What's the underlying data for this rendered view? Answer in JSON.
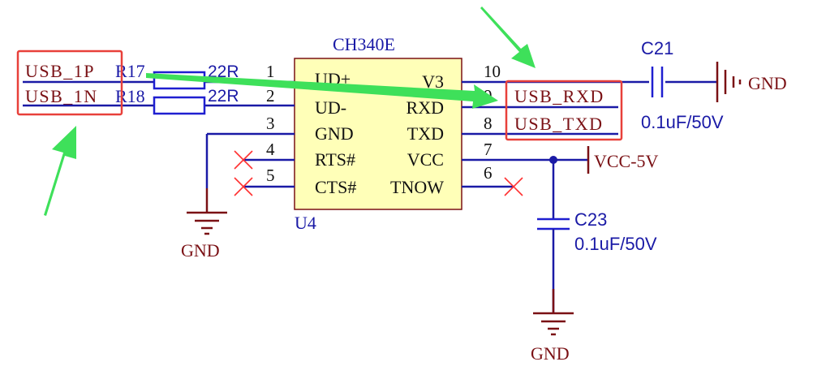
{
  "chip": {
    "name": "CH340E",
    "designator": "U4",
    "pins_left": [
      {
        "num": "1",
        "name": "UD+"
      },
      {
        "num": "2",
        "name": "UD-"
      },
      {
        "num": "3",
        "name": "GND"
      },
      {
        "num": "4",
        "name": "RTS#"
      },
      {
        "num": "5",
        "name": "CTS#"
      }
    ],
    "pins_right": [
      {
        "num": "10",
        "name": "V3"
      },
      {
        "num": "9",
        "name": "RXD"
      },
      {
        "num": "8",
        "name": "TXD"
      },
      {
        "num": "7",
        "name": "VCC"
      },
      {
        "num": "6",
        "name": "TNOW"
      }
    ]
  },
  "nets": {
    "usb_1p": "USB_1P",
    "usb_1n": "USB_1N",
    "usb_rxd": "USB_RXD",
    "usb_txd": "USB_TXD",
    "vcc": "VCC-5V",
    "gnd": "GND"
  },
  "resistors": [
    {
      "ref": "R17",
      "value": "22R"
    },
    {
      "ref": "R18",
      "value": "22R"
    }
  ],
  "capacitors": [
    {
      "ref": "C21",
      "value": "0.1uF/50V"
    },
    {
      "ref": "C23",
      "value": "0.1uF/50V"
    }
  ],
  "colors": {
    "wire": "#1a1aa6",
    "text_maroon": "#7a1014",
    "highlight_box": "#e8403a",
    "arrow": "#3ee05a",
    "no_connect": "#ff3030",
    "junction": "#1a1aa6"
  }
}
